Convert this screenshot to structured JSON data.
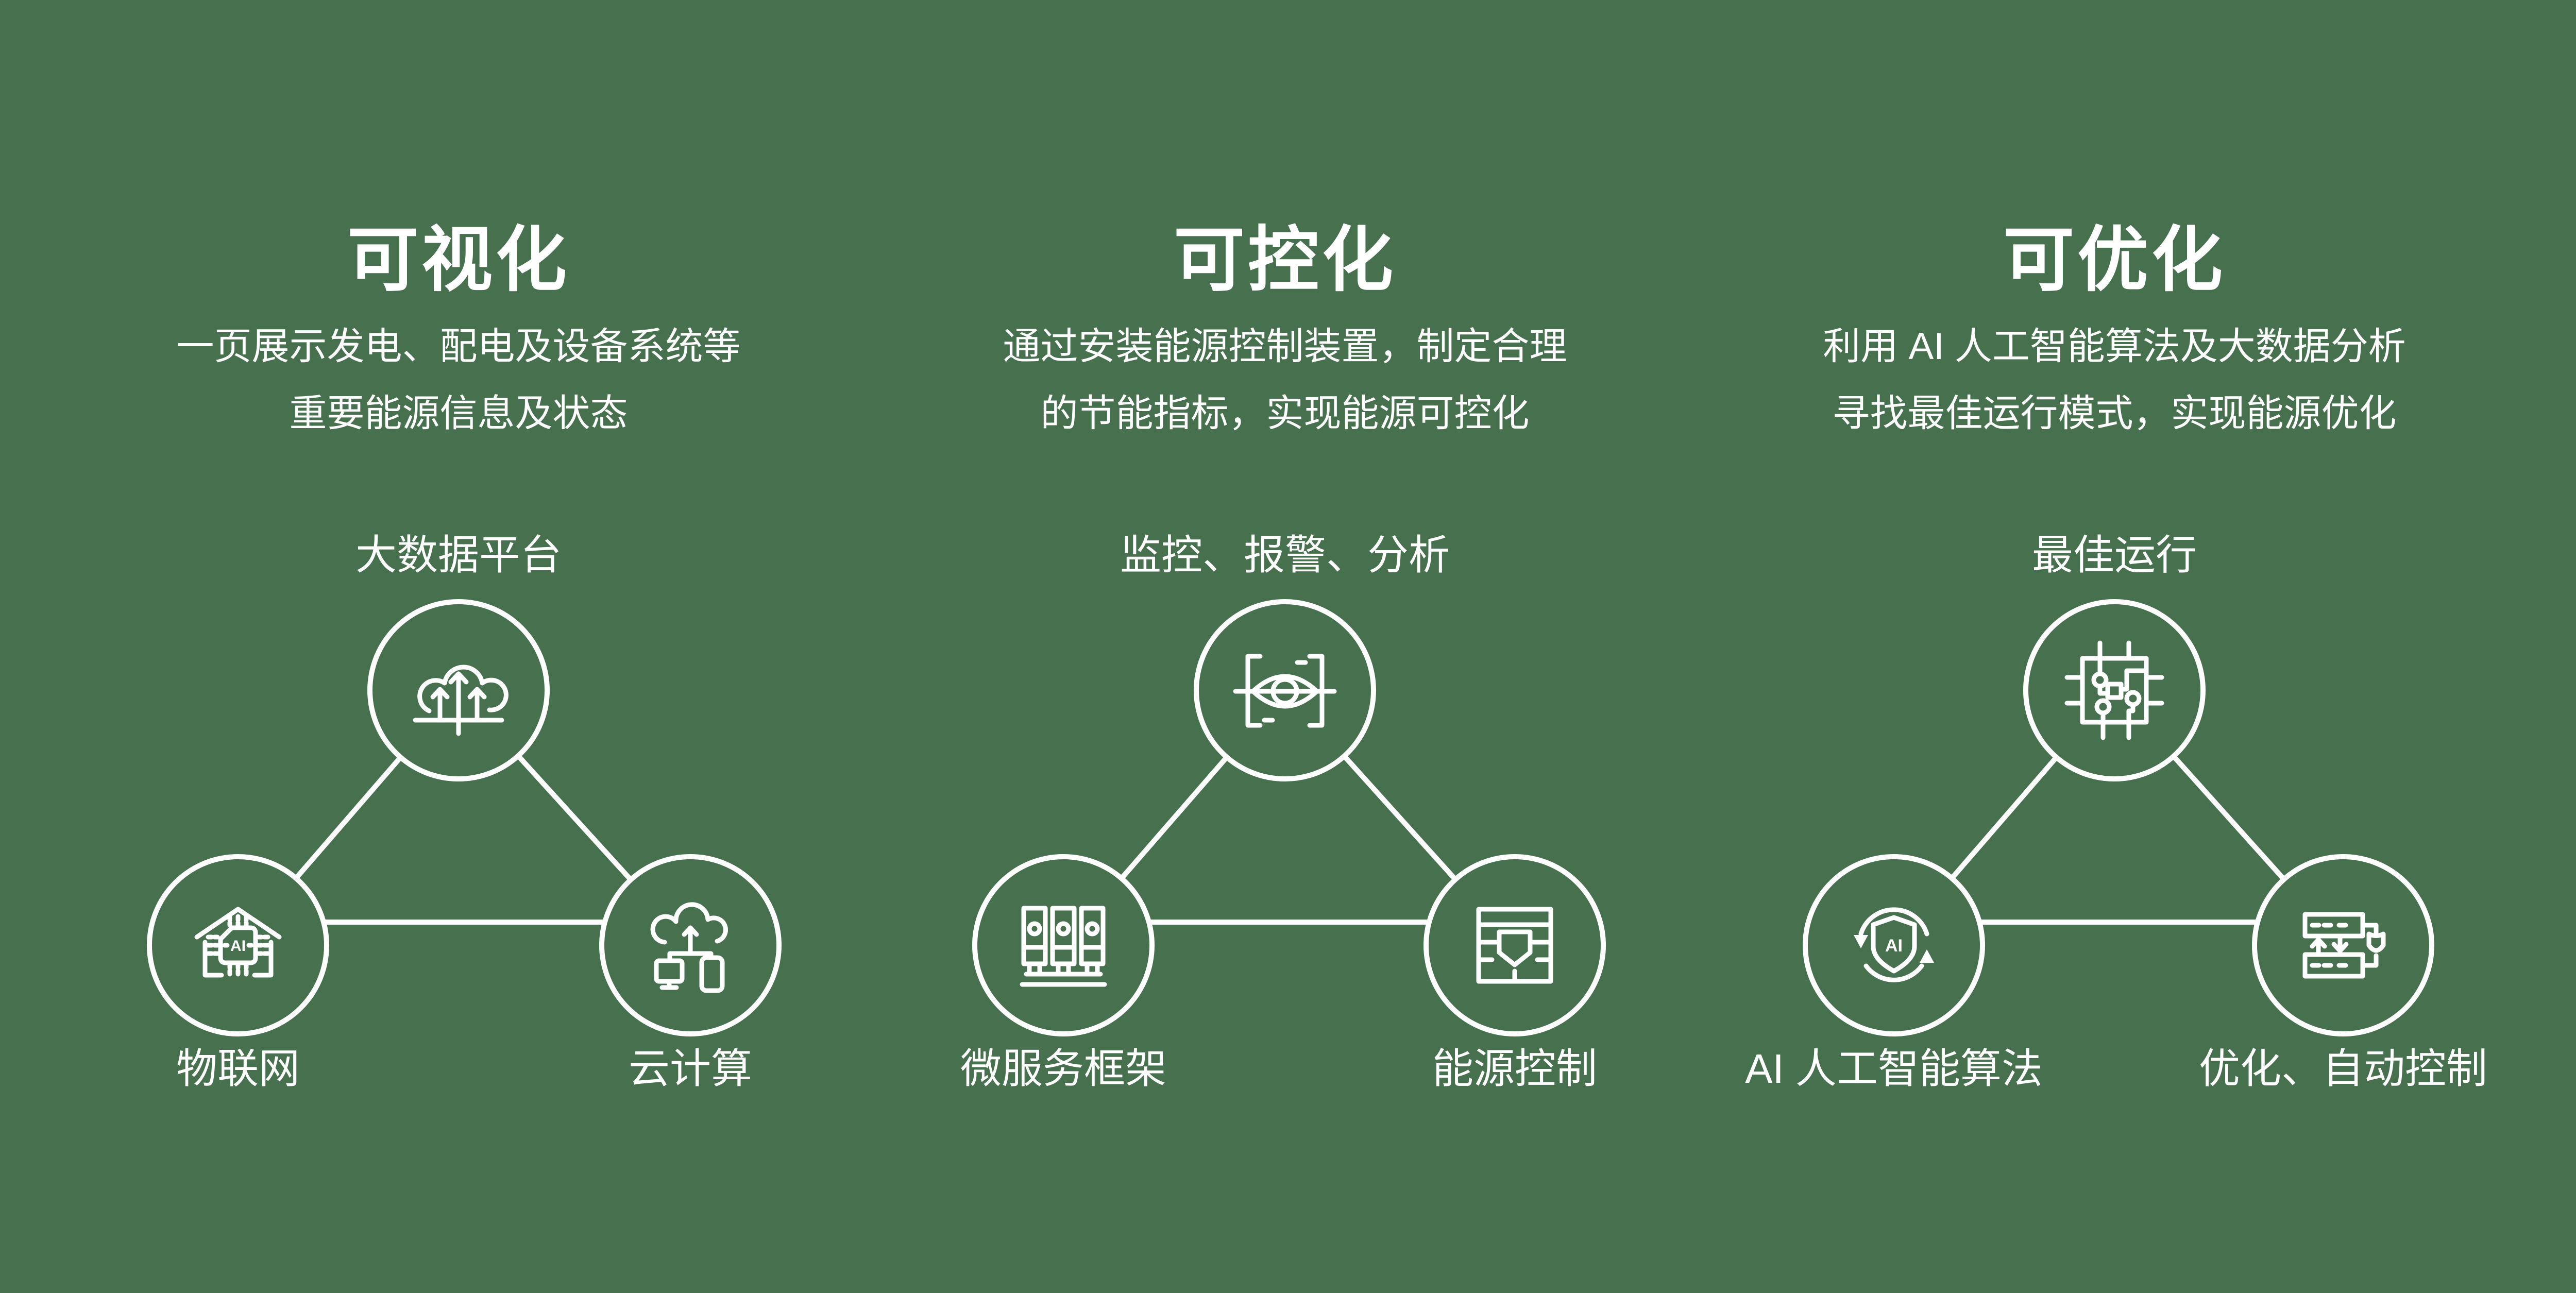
{
  "page": {
    "background_color": "#47714E",
    "text_color": "#FFFFFF"
  },
  "icons": {
    "ai_label": "AI"
  },
  "columns": [
    {
      "title": "可视化",
      "description_lines": [
        "一页展示发电、配电及设备系统等",
        "重要能源信息及状态"
      ],
      "nodes": {
        "top": {
          "label": "大数据平台",
          "icon": "cloud-upload-icon"
        },
        "bottom_left": {
          "label": "物联网",
          "icon": "smart-home-ai-chip-icon"
        },
        "bottom_right": {
          "label": "云计算",
          "icon": "cloud-computing-icon"
        }
      }
    },
    {
      "title": "可控化",
      "description_lines": [
        "通过安装能源控制装置，制定合理",
        "的节能指标，实现能源可控化"
      ],
      "nodes": {
        "top": {
          "label": "监控、报警、分析",
          "icon": "eye-scan-icon"
        },
        "bottom_left": {
          "label": "微服务框架",
          "icon": "server-stack-icon"
        },
        "bottom_right": {
          "label": "能源控制",
          "icon": "energy-control-shield-icon"
        }
      }
    },
    {
      "title": "可优化",
      "description_lines": [
        "利用 AI 人工智能算法及大数据分析",
        "寻找最佳运行模式，实现能源优化"
      ],
      "nodes": {
        "top": {
          "label": "最佳运行",
          "icon": "circuit-board-icon"
        },
        "bottom_left": {
          "label": "AI 人工智能算法",
          "icon": "ai-shield-refresh-icon"
        },
        "bottom_right": {
          "label": "优化、自动控制",
          "icon": "auto-control-flow-icon"
        }
      }
    }
  ]
}
